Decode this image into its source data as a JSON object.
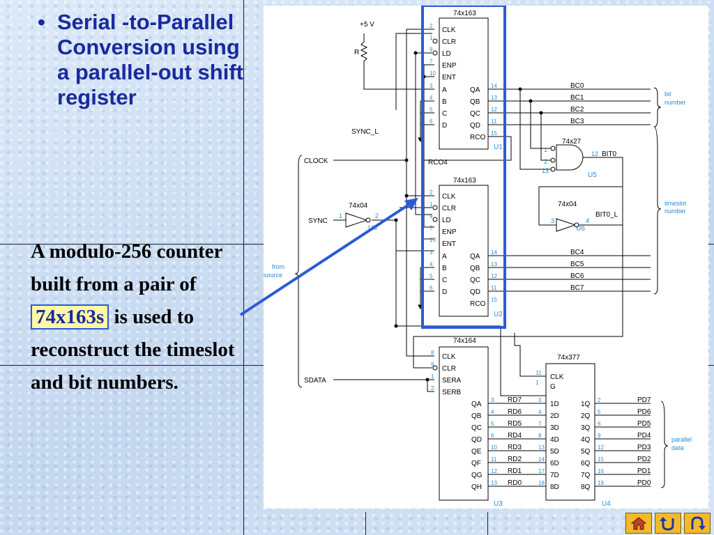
{
  "slide": {
    "bullet": "•",
    "title": "Serial -to-Parallel Conversion using a parallel-out shift register",
    "body_before": "A modulo-256 counter built from a pair of",
    "body_highlight": "74x163s",
    "body_after": "is used to reconstruct the timeslot and bit numbers."
  },
  "diagram": {
    "supply": "+5 V",
    "resistor": "R",
    "sync_l": "SYNC_L",
    "clock": "CLOCK",
    "sync": "SYNC",
    "sdata": "SDATA",
    "rco4": "RCO4",
    "from_source": [
      "from",
      "source"
    ],
    "chips": {
      "u1_type": "74x163",
      "u1_ref": "U1",
      "u2_type": "74x163",
      "u2_ref": "U2",
      "u3_type": "74x164",
      "u3_ref": "U3",
      "u4_type": "74x377",
      "u4_ref": "U4",
      "u5_type": "74x27",
      "u5_ref": "U5",
      "u6a_type": "74x04",
      "u6a_ref": "U6",
      "u6b_type": "74x04",
      "u6b_ref": "U6"
    },
    "counter_pins_in": [
      {
        "num": "2",
        "name": "CLK"
      },
      {
        "num": "1",
        "name": "CLR"
      },
      {
        "num": "9",
        "name": "LD"
      },
      {
        "num": "7",
        "name": "ENP"
      },
      {
        "num": "10",
        "name": "ENT"
      },
      {
        "num": "3",
        "name": "A"
      },
      {
        "num": "4",
        "name": "B"
      },
      {
        "num": "5",
        "name": "C"
      },
      {
        "num": "6",
        "name": "D"
      }
    ],
    "counter_pins_out": [
      {
        "num": "14",
        "name": "QA"
      },
      {
        "num": "13",
        "name": "QB"
      },
      {
        "num": "12",
        "name": "QC"
      },
      {
        "num": "11",
        "name": "QD"
      },
      {
        "num": "15",
        "name": "RCO"
      }
    ],
    "u1_outputs": [
      "BC0",
      "BC1",
      "BC2",
      "BC3"
    ],
    "u2_outputs": [
      "BC4",
      "BC5",
      "BC6",
      "BC7"
    ],
    "bit_number": [
      "bit",
      "number"
    ],
    "timeslot_number": [
      "timeslot",
      "number"
    ],
    "bit0": "BIT0",
    "bit0_l": "BIT0_L",
    "u5_pins": [
      "1",
      "2",
      "13",
      "12"
    ],
    "u6a_pins": [
      "1",
      "2"
    ],
    "u6b_pins": [
      "3",
      "4"
    ],
    "u3_in": [
      {
        "num": "8",
        "name": "CLK"
      },
      {
        "num": "9",
        "name": "CLR"
      },
      {
        "num": "1",
        "name": "SERA"
      },
      {
        "num": "2",
        "name": "SERB"
      }
    ],
    "u3_out": [
      {
        "num": "3",
        "name": "QA",
        "net": "RD7"
      },
      {
        "num": "4",
        "name": "QB",
        "net": "RD6"
      },
      {
        "num": "5",
        "name": "QC",
        "net": "RD5"
      },
      {
        "num": "6",
        "name": "QD",
        "net": "RD4"
      },
      {
        "num": "10",
        "name": "QE",
        "net": "RD3"
      },
      {
        "num": "11",
        "name": "QF",
        "net": "RD2"
      },
      {
        "num": "12",
        "name": "QG",
        "net": "RD1"
      },
      {
        "num": "13",
        "name": "QH",
        "net": "RD0"
      }
    ],
    "u4_ctl": [
      {
        "num": "11",
        "name": "CLK"
      },
      {
        "num": "1",
        "name": "G"
      }
    ],
    "u4_d": [
      {
        "num": "3",
        "name": "1D"
      },
      {
        "num": "4",
        "name": "2D"
      },
      {
        "num": "7",
        "name": "3D"
      },
      {
        "num": "8",
        "name": "4D"
      },
      {
        "num": "13",
        "name": "5D"
      },
      {
        "num": "14",
        "name": "6D"
      },
      {
        "num": "17",
        "name": "7D"
      },
      {
        "num": "18",
        "name": "8D"
      }
    ],
    "u4_q": [
      {
        "num": "2",
        "name": "1Q",
        "net": "PD7"
      },
      {
        "num": "5",
        "name": "2Q",
        "net": "PD6"
      },
      {
        "num": "6",
        "name": "3Q",
        "net": "PD5"
      },
      {
        "num": "9",
        "name": "4Q",
        "net": "PD4"
      },
      {
        "num": "12",
        "name": "5Q",
        "net": "PD3"
      },
      {
        "num": "15",
        "name": "6Q",
        "net": "PD2"
      },
      {
        "num": "16",
        "name": "7Q",
        "net": "PD1"
      },
      {
        "num": "19",
        "name": "8Q",
        "net": "PD0"
      }
    ],
    "parallel_data": [
      "parallel",
      "data"
    ]
  },
  "nav": {
    "buttons": [
      "home",
      "back",
      "return"
    ]
  },
  "colors": {
    "title": "#1a2a9c",
    "highlight_bg": "#fff8a6",
    "accent_blue": "#2a5bd7",
    "pin_number": "#2a8ad8",
    "nav_button": "#f3b92c"
  }
}
